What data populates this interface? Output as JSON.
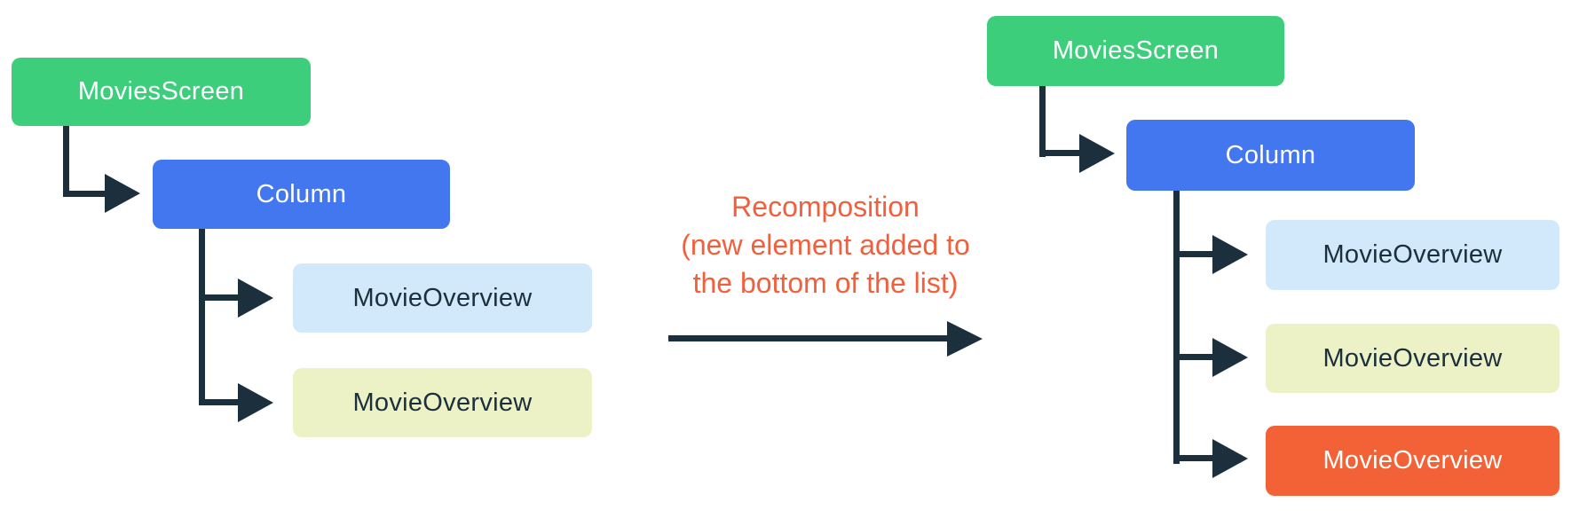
{
  "diagram": {
    "connector_color": "#1C2F3D",
    "annotation": {
      "lines": [
        "Recomposition",
        "(new element added to",
        "the bottom of the list)"
      ],
      "color": "#F0603C"
    },
    "left_tree": {
      "root": {
        "label": "MoviesScreen",
        "bg": "#3DCE7C",
        "text_color": "#FFFFFF"
      },
      "column": {
        "label": "Column",
        "bg": "#4377F0",
        "text_color": "#FFFFFF"
      },
      "children": [
        {
          "label": "MovieOverview",
          "bg": "#D2E9FB",
          "text_color": "#1C2F3D"
        },
        {
          "label": "MovieOverview",
          "bg": "#EDF2C6",
          "text_color": "#1C2F3D"
        }
      ]
    },
    "right_tree": {
      "root": {
        "label": "MoviesScreen",
        "bg": "#3DCE7C",
        "text_color": "#FFFFFF"
      },
      "column": {
        "label": "Column",
        "bg": "#4377F0",
        "text_color": "#FFFFFF"
      },
      "children": [
        {
          "label": "MovieOverview",
          "bg": "#D2E9FB",
          "text_color": "#1C2F3D"
        },
        {
          "label": "MovieOverview",
          "bg": "#EDF2C6",
          "text_color": "#1C2F3D"
        },
        {
          "label": "MovieOverview",
          "bg": "#F26236",
          "text_color": "#FFFFFF"
        }
      ]
    }
  }
}
